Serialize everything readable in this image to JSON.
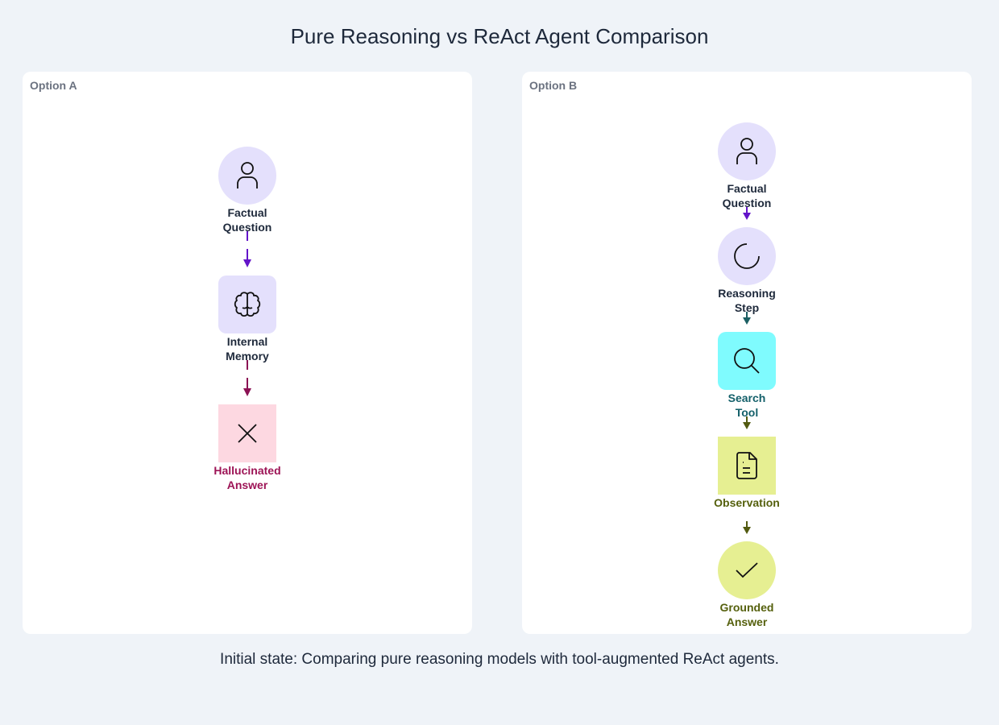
{
  "title": "Pure Reasoning vs ReAct Agent Comparison",
  "caption": "Initial state: Comparing pure reasoning models with tool-augmented ReAct agents.",
  "panels": {
    "a": {
      "label": "Option A",
      "nodes": [
        {
          "label_1": "Factual",
          "label_2": "Question",
          "icon": "user-icon",
          "fill": "#e4e0fc",
          "label_color": "#1e293b"
        },
        {
          "label_1": "Internal",
          "label_2": "Memory",
          "icon": "brain-icon",
          "fill": "#e4e0fc",
          "label_color": "#1e293b"
        },
        {
          "label_1": "Hallucinated",
          "label_2": "Answer",
          "icon": "x-icon",
          "fill": "#fdd8e1",
          "label_color": "#9d1456"
        }
      ],
      "arrow_colors": [
        "#6314c9",
        "#8b1254"
      ]
    },
    "b": {
      "label": "Option B",
      "nodes": [
        {
          "label_1": "Factual",
          "label_2": "Question",
          "icon": "user-icon",
          "fill": "#e4e0fc",
          "label_color": "#1e293b"
        },
        {
          "label_1": "Reasoning",
          "label_2": "Step",
          "icon": "loader-icon",
          "fill": "#e4e0fc",
          "label_color": "#1e293b"
        },
        {
          "label_1": "Search",
          "label_2": "Tool",
          "icon": "search-icon",
          "fill": "#7ffbfe",
          "label_color": "#14606a"
        },
        {
          "label_1": "Observation",
          "label_2": "",
          "icon": "file-icon",
          "fill": "#e6ef92",
          "label_color": "#55600d"
        },
        {
          "label_1": "Grounded",
          "label_2": "Answer",
          "icon": "check-icon",
          "fill": "#e6ef92",
          "label_color": "#55600d"
        }
      ],
      "arrow_colors": [
        "#6314c9",
        "#1c5f63",
        "#525a10",
        "#525a10"
      ]
    }
  }
}
